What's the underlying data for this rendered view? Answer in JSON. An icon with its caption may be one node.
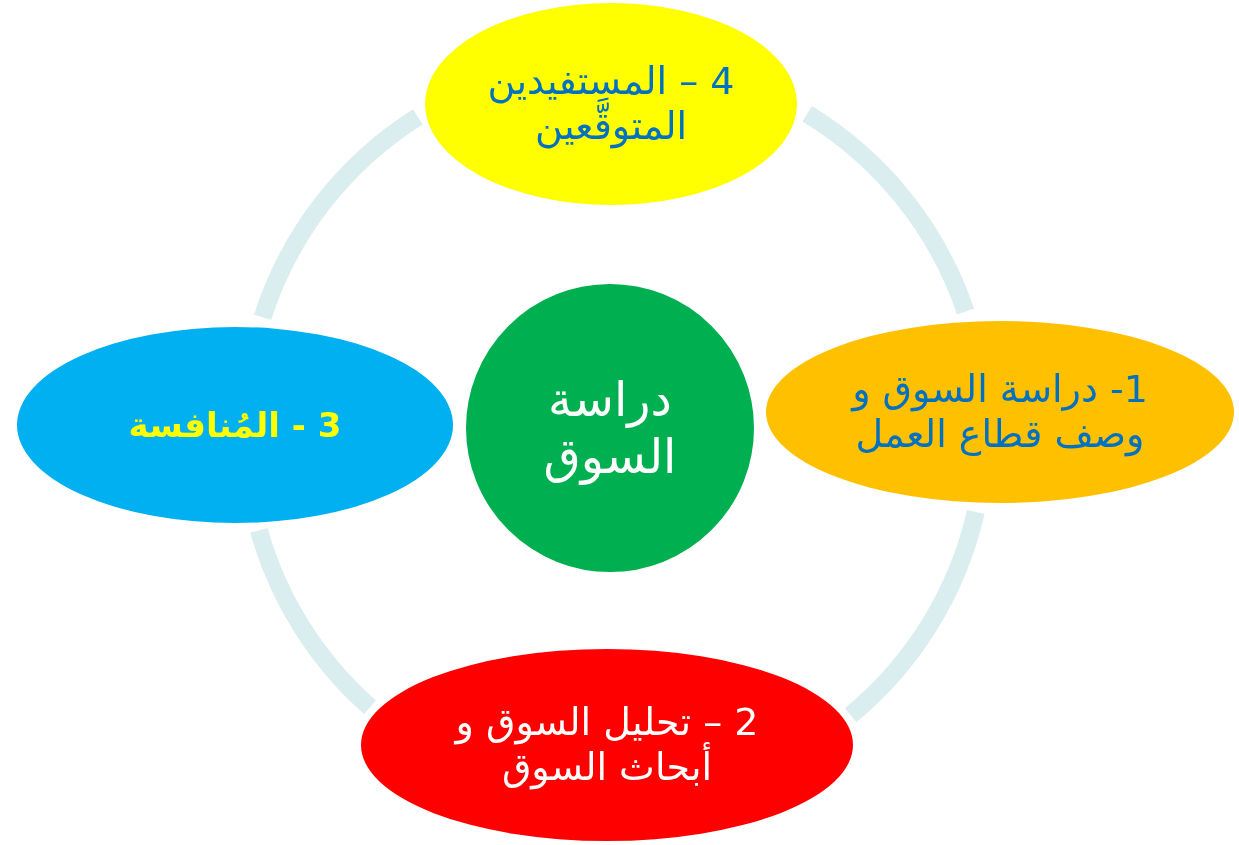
{
  "diagram": {
    "nodes": [
      {
        "text": [
          "دراسة السوق"
        ]
      },
      {
        "text": [
          "1- دراسة السوق و وصف قطاع العمل"
        ]
      },
      {
        "text": [
          "2 – تحليل السوق و أبحاث السوق"
        ]
      },
      {
        "text": [
          "3 - المُنافسة"
        ]
      },
      {
        "text": [
          "4 – المستفيدين المتوقَّعين"
        ]
      }
    ],
    "edges": [
      {
        "from": 1,
        "to": 2,
        "arrow": "none"
      },
      {
        "from": 2,
        "to": 3,
        "arrow": "none"
      },
      {
        "from": 3,
        "to": 4,
        "arrow": "none"
      },
      {
        "from": 4,
        "to": 1,
        "arrow": "none"
      }
    ]
  }
}
